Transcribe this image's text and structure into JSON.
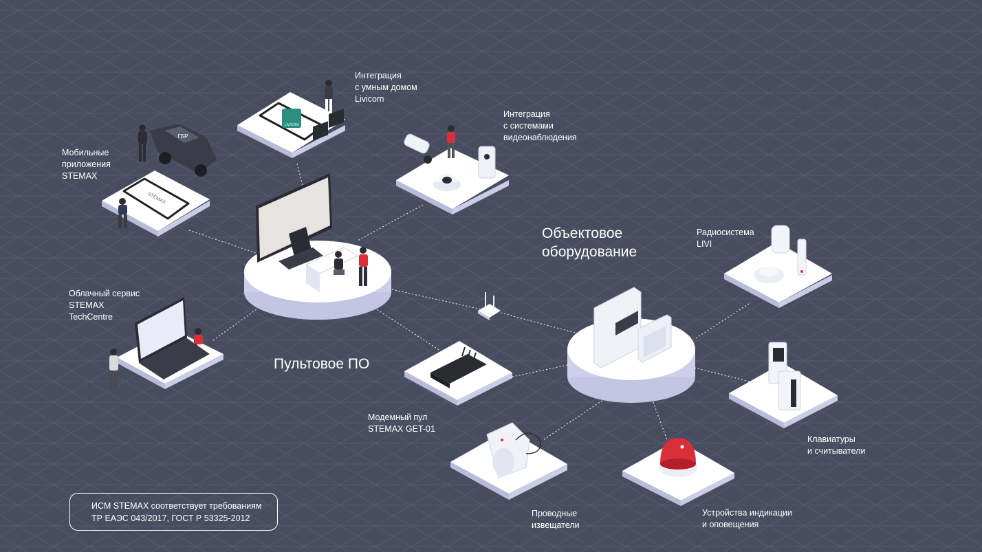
{
  "labels": {
    "smart_home": "Интеграция\nс умным домом\nLivicom",
    "video": "Интеграция\nс системами\nвидеонаблюдения",
    "mobile": "Мобильные\nприложения\nSTEMAX",
    "cloud": "Облачный сервис\nSTEMAX\nTechCentre",
    "software": "Пультовое ПО",
    "object": "Объектовое\nоборудование",
    "radio": "Радиосистема\nLIVI",
    "keypads": "Клавиатуры\nи считыватели",
    "modem": "Модемный пул\nSTEMAX GET-01",
    "wired": "Проводные\nизвещатели",
    "alert": "Устройства индикации\nи оповещения"
  },
  "screen_texts": {
    "livicom_logo": "LIVICOM",
    "stemax_logo": "STEMAX",
    "car_text": "ГБР"
  },
  "notice": {
    "text": "ИСМ STEMAX соответствует требованиям\nТР ЕАЭС 043/2017, ГОСТ Р 53325-2012"
  },
  "colors": {
    "background": "#474d5e",
    "platform_top": "#ffffff",
    "platform_side": "#c9cde6",
    "accent_red": "#d8303a",
    "livicom_green": "#2a8f7e"
  }
}
